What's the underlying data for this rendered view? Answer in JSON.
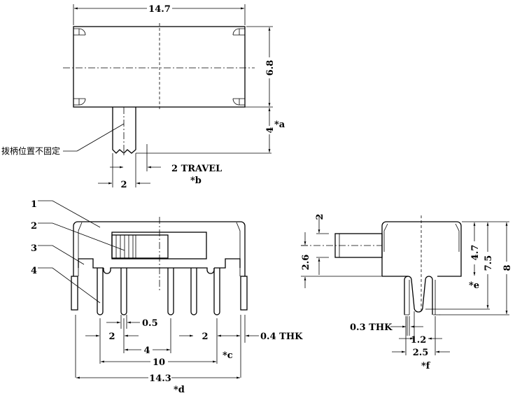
{
  "top_view": {
    "width_dim": "14.7",
    "height_dim": "6.8",
    "lever_dim": "4",
    "note_a": "*a",
    "lever_note": "拨柄位置不固定",
    "travel": "2 TRAVEL",
    "note_b": "*b",
    "lever_width_dim": "2"
  },
  "front_view": {
    "callouts": [
      "1",
      "2",
      "3",
      "4"
    ],
    "pin_width_dim": "0.5",
    "left_pitch_dim": "2",
    "right_pitch_dim": "2",
    "thickness": "0.4 THK",
    "center_pitch_dim": "4",
    "pin_span_dim": "10",
    "note_c": "*c",
    "overall_dim": "14.3",
    "note_d": "*d"
  },
  "side_view": {
    "lever_dim": "2",
    "lever_height_dim": "2.6",
    "body_height_dim": "4.7",
    "pin_height_dim": "7.5",
    "overall_height_dim": "8",
    "note_e": "*e",
    "thickness": "0.3 THK",
    "pin_gap_dim": "1.2",
    "pin_span_dim": "2.5",
    "note_f": "*f"
  }
}
